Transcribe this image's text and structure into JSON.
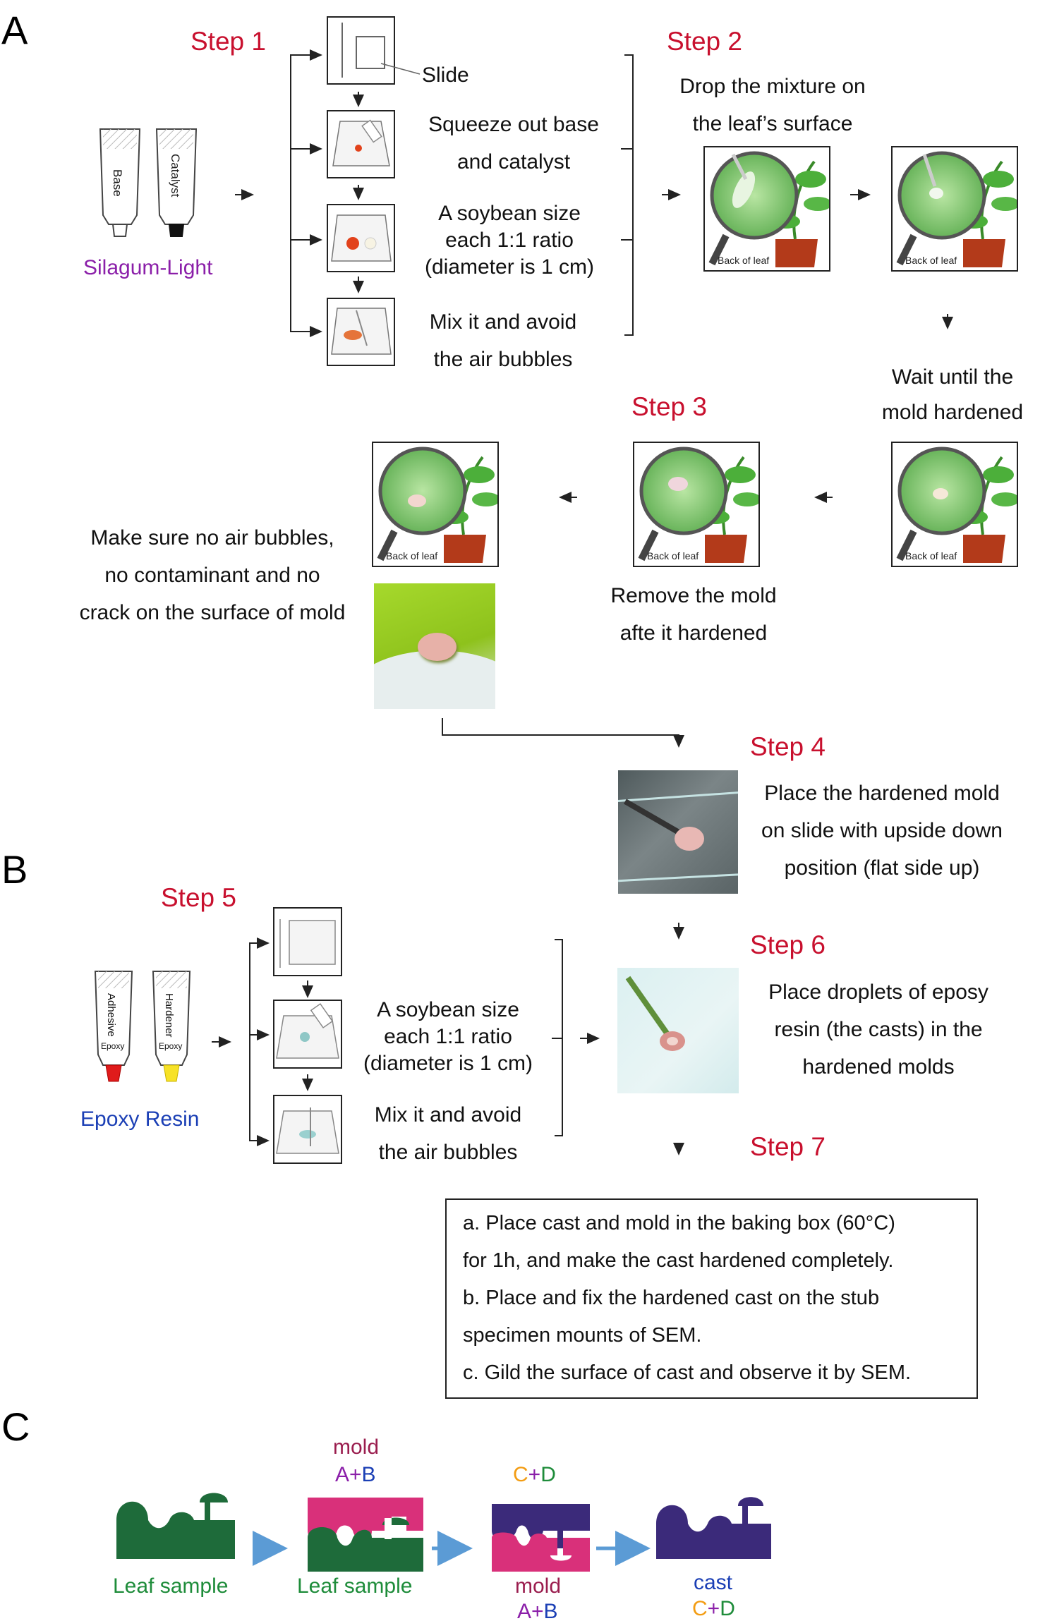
{
  "panels": {
    "A": "A",
    "B": "B",
    "C": "C"
  },
  "steps": {
    "s1": "Step 1",
    "s2": "Step 2",
    "s3": "Step 3",
    "s4": "Step 4",
    "s5": "Step 5",
    "s6": "Step 6",
    "s7": "Step 7"
  },
  "tubes": {
    "base": "Base",
    "catalyst": "Catalyst",
    "adhesive": "Adhesive",
    "hardener": "Hardener",
    "epoxy": "Epoxy",
    "silagum": "Silagum-Light",
    "epoxy_resin": "Epoxy Resin"
  },
  "labels": {
    "slide": "Slide",
    "back_of_leaf": "Back of leaf"
  },
  "text": {
    "squeeze": [
      "Squeeze out base",
      "and catalyst"
    ],
    "soybean": [
      "A soybean size",
      "each 1:1 ratio",
      "(diameter is 1 cm)"
    ],
    "mix": [
      "Mix it and avoid",
      "the air bubbles"
    ],
    "drop": [
      "Drop the mixture on",
      "the leaf’s surface"
    ],
    "wait": [
      "Wait until the",
      "mold hardened"
    ],
    "remove": [
      "Remove the mold",
      "afte it hardened"
    ],
    "make_sure": [
      "Make sure no air bubbles,",
      "no contaminant and no",
      "crack on the surface of mold"
    ],
    "place_mold": [
      "Place the hardened mold",
      "on slide with upside down",
      "position (flat side up)"
    ],
    "place_droplets": [
      "Place droplets of eposy",
      "resin (the casts) in the",
      "hardened molds"
    ],
    "step7": [
      "a. Place cast  and mold in the baking box (60°C)",
      "for 1h, and make the cast hardened completely.",
      "b. Place and fix the hardened cast on the stub",
      "specimen mounts of SEM.",
      "c. Gild the surface of cast and observe it by SEM."
    ]
  },
  "panel_c": {
    "leaf_sample": "Leaf sample",
    "mold": "mold",
    "cast": "cast",
    "A": "A",
    "B": "B",
    "C": "C",
    "D": "D",
    "plus": "+"
  },
  "colors": {
    "step_red": "#c8102e",
    "purple": "#8b1fa9",
    "blue": "#1b3fb5",
    "leaf_green": "#1e6b3a",
    "mold_pink": "#d9307a",
    "cast_navy": "#3b2a7a",
    "mold_text": "#9a1d4e",
    "orange": "#f39c12",
    "green_d": "#1e8c3a",
    "arrow_blue": "#5b9bd5"
  }
}
